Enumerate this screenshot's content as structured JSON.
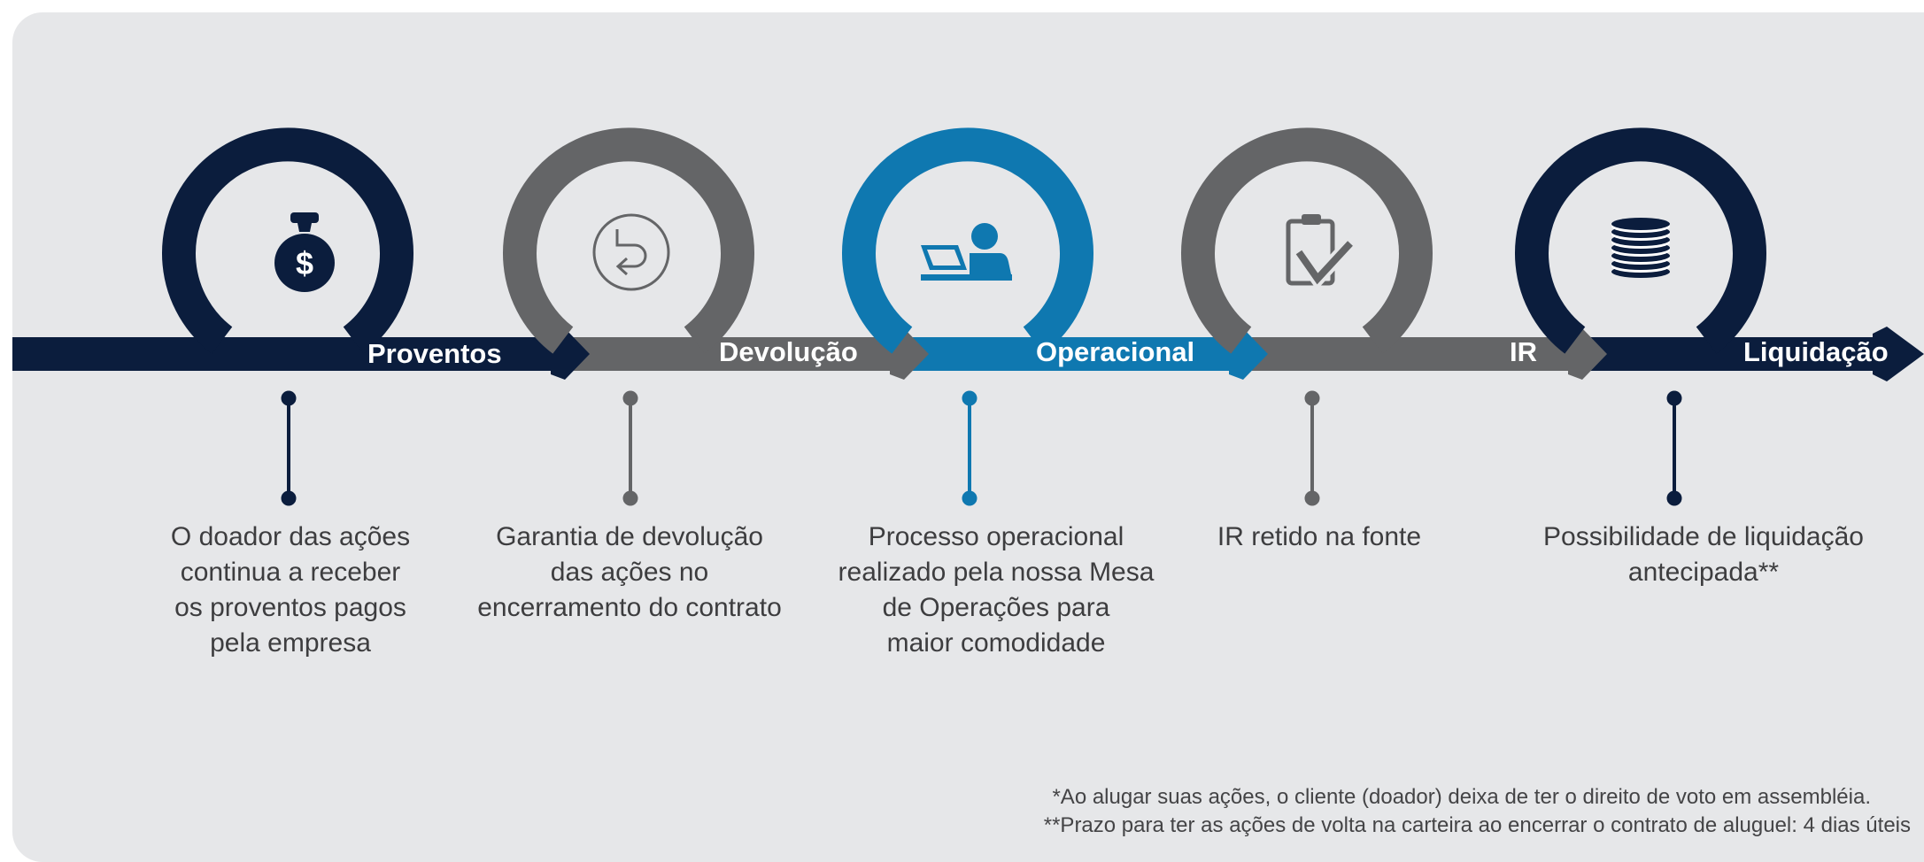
{
  "colors": {
    "navy": "#0b1d3d",
    "gray": "#646567",
    "blue": "#0f78b0",
    "background": "#e6e7e9",
    "text": "#3d3d3f"
  },
  "steps": [
    {
      "label": "Proventos",
      "icon": "money-bag-icon",
      "color": "navy",
      "description": [
        "O doador das ações",
        "continua a receber",
        "os proventos pagos",
        "pela empresa"
      ]
    },
    {
      "label": "Devolução",
      "icon": "return-arrow-icon",
      "color": "gray",
      "description": [
        "Garantia de devolução",
        "das ações no",
        "encerramento do contrato"
      ]
    },
    {
      "label": "Operacional",
      "icon": "operator-desk-icon",
      "color": "blue",
      "description": [
        "Processo operacional",
        "realizado pela nossa Mesa",
        "de Operações para",
        "maior comodidade"
      ]
    },
    {
      "label": "IR",
      "icon": "clipboard-check-icon",
      "color": "gray",
      "description": [
        "IR retido na fonte"
      ]
    },
    {
      "label": "Liquidação",
      "icon": "coin-stack-icon",
      "color": "navy",
      "description": [
        "Possibilidade de liquidação",
        "antecipada**"
      ]
    }
  ],
  "footnotes": [
    "*Ao alugar suas ações, o cliente (doador) deixa de ter o direito de voto em assembléia.",
    "**Prazo para ter as ações de volta na carteira ao encerrar o contrato de aluguel: 4 dias úteis"
  ]
}
